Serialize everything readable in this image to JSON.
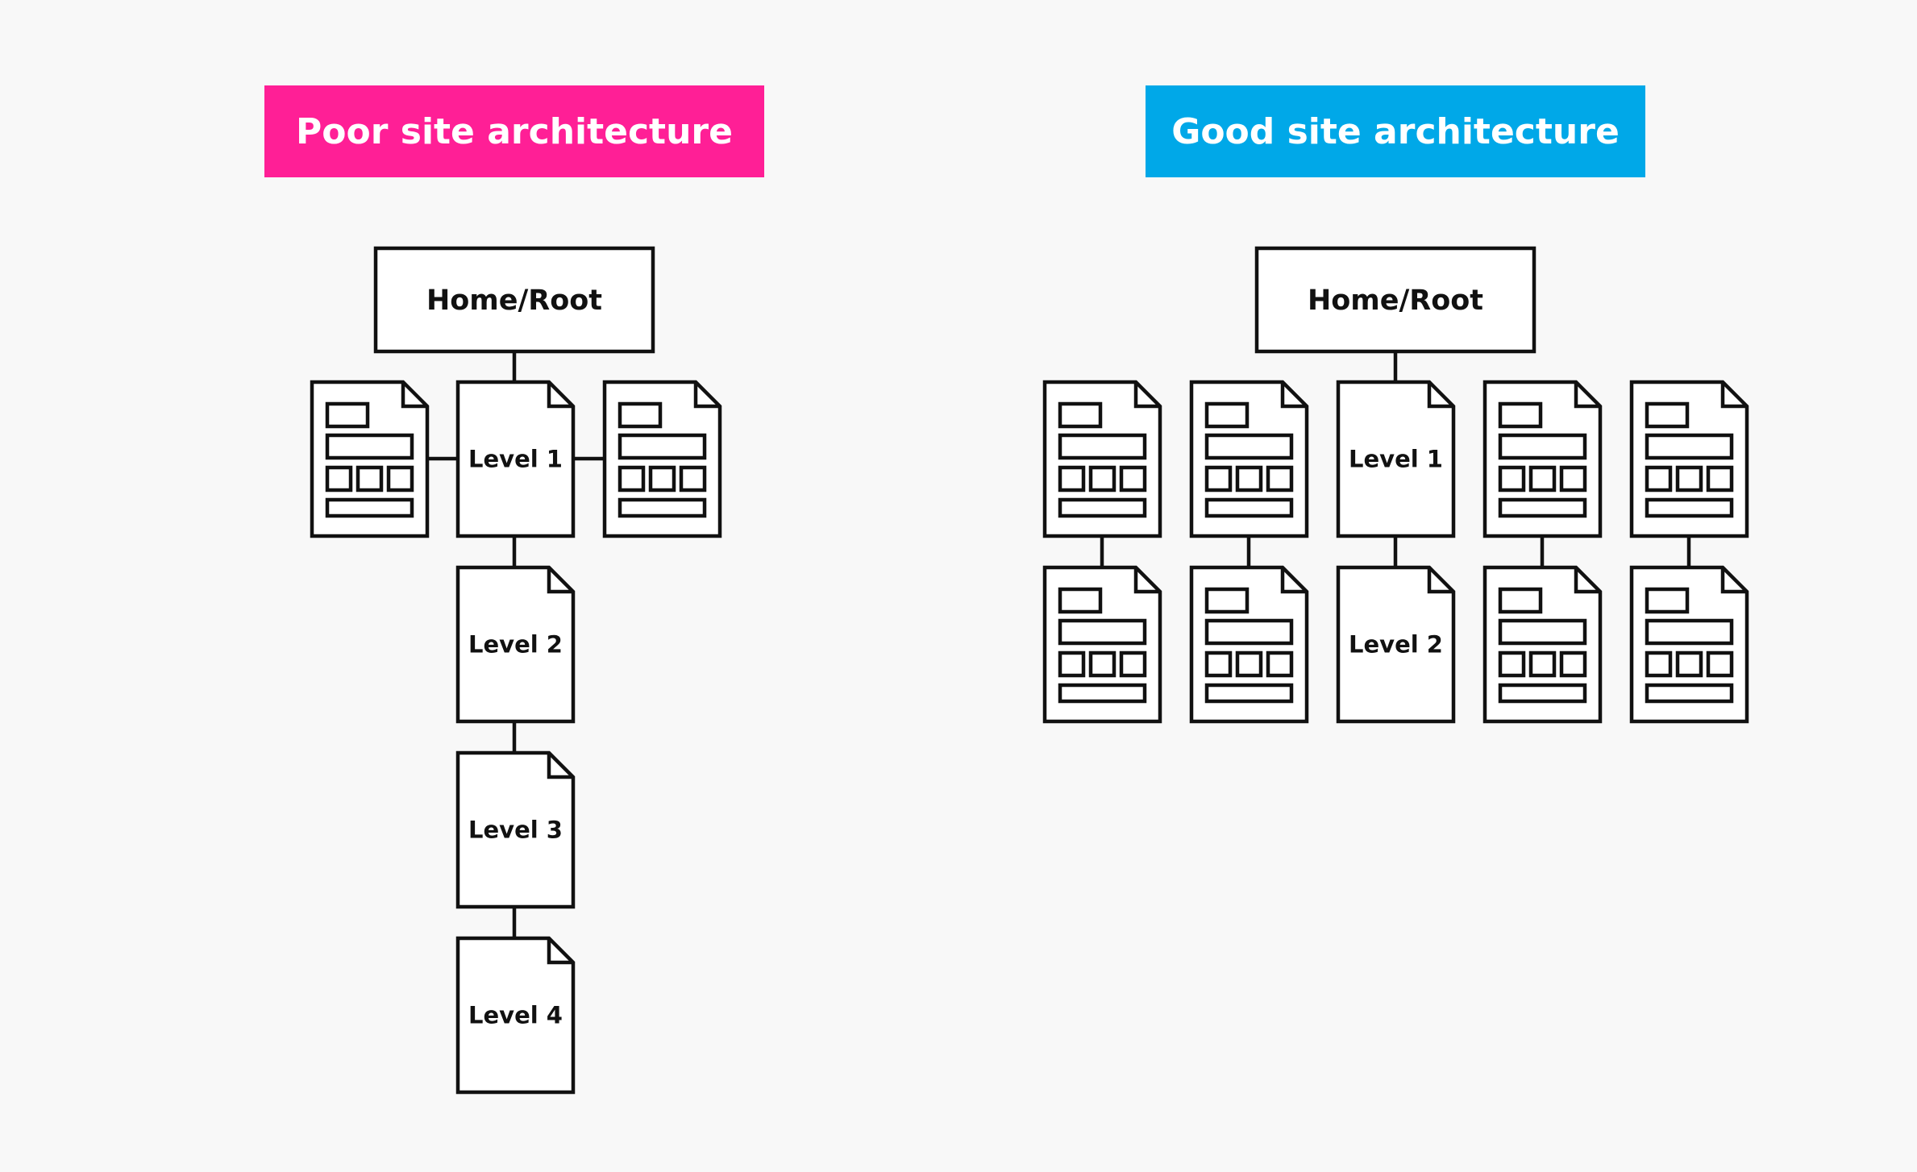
{
  "colors": {
    "poor_banner": "#ff1f96",
    "good_banner": "#00a8e8",
    "stroke": "#111111",
    "background": "#f8f8f8"
  },
  "poor": {
    "banner": "Poor site architecture",
    "root": "Home/Root",
    "levels": [
      "Level 1",
      "Level 2",
      "Level 3",
      "Level 4"
    ]
  },
  "good": {
    "banner": "Good site architecture",
    "root": "Home/Root",
    "levels": [
      "Level 1",
      "Level 2"
    ]
  }
}
